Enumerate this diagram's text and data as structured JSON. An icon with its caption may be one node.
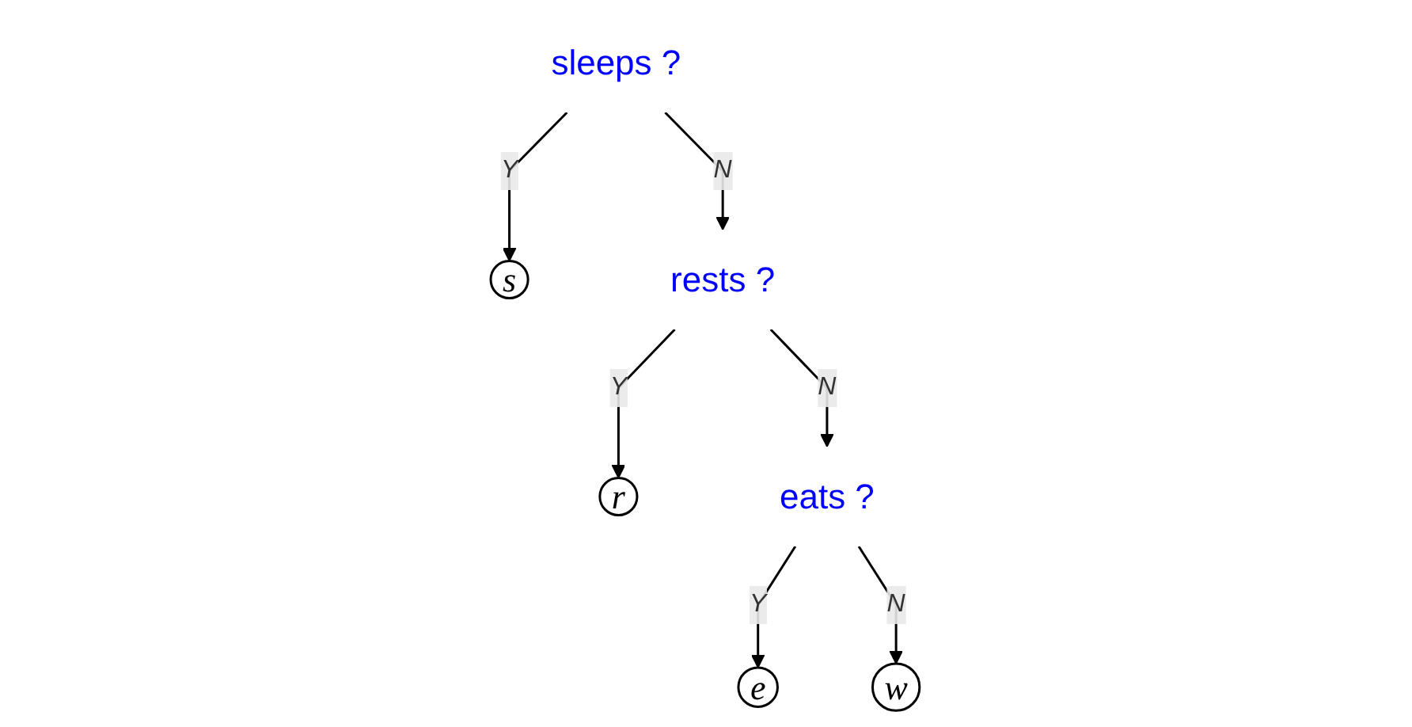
{
  "diagram": {
    "nodes": [
      {
        "text": [
          "sleeps ?"
        ]
      },
      {
        "text": [
          "s"
        ]
      },
      {
        "text": [
          "rests ?"
        ]
      },
      {
        "text": [
          "r"
        ]
      },
      {
        "text": [
          "eats ?"
        ]
      },
      {
        "text": [
          "e"
        ]
      },
      {
        "text": [
          "w"
        ]
      }
    ],
    "edges": [
      {
        "from": 0,
        "to": 1,
        "arrow": "to",
        "label": "Y"
      },
      {
        "from": 0,
        "to": 2,
        "arrow": "to",
        "label": "N"
      },
      {
        "from": 2,
        "to": 3,
        "arrow": "to",
        "label": "Y"
      },
      {
        "from": 2,
        "to": 4,
        "arrow": "to",
        "label": "N"
      },
      {
        "from": 4,
        "to": 5,
        "arrow": "to",
        "label": "Y"
      },
      {
        "from": 4,
        "to": 6,
        "arrow": "to",
        "label": "N"
      }
    ]
  }
}
